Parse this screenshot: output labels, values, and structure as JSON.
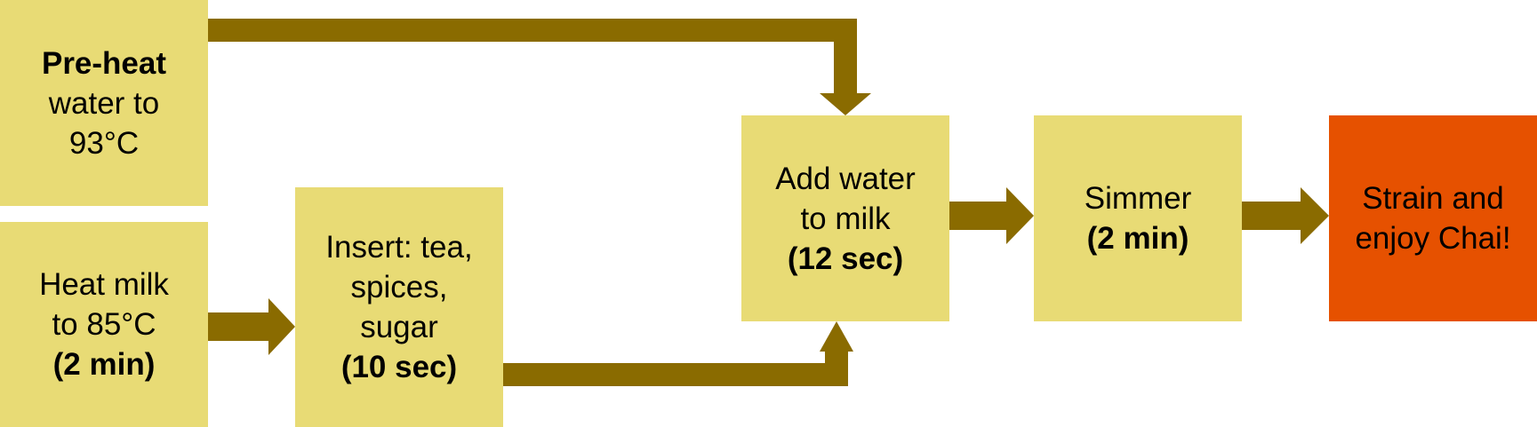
{
  "colors": {
    "step_fill": "#e8db75",
    "final_fill": "#e65100",
    "arrow": "#8a6b00",
    "text": "#000000"
  },
  "steps": {
    "preheat": {
      "line1": "Pre-heat",
      "line2": "water to",
      "line3": "93°C"
    },
    "heat_milk": {
      "line1": "Heat milk",
      "line2": "to 85°C",
      "line3": "(2 min)"
    },
    "insert": {
      "line1": "Insert: tea,",
      "line2": "spices,",
      "line3": "sugar",
      "line4": "(10 sec)"
    },
    "add_water": {
      "line1": "Add water",
      "line2": "to milk",
      "line3": "(12 sec)"
    },
    "simmer": {
      "line1": "Simmer",
      "line2": "(2 min)"
    },
    "strain": {
      "line1": "Strain and",
      "line2": "enjoy Chai!"
    }
  }
}
